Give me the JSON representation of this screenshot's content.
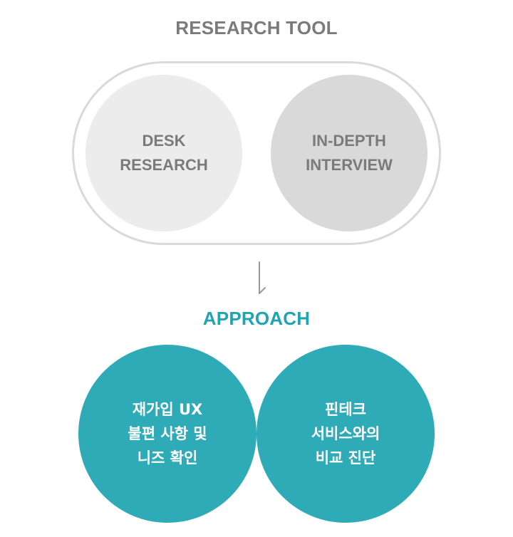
{
  "research_tool": {
    "title": "RESEARCH TOOL",
    "circles": [
      {
        "lines": [
          "DESK",
          "RESEARCH"
        ]
      },
      {
        "lines": [
          "IN-DEPTH",
          "INTERVIEW"
        ]
      }
    ]
  },
  "arrow": {
    "icon": "down-arrow-icon"
  },
  "approach": {
    "title": "APPROACH",
    "circles": [
      {
        "lines": [
          "재가입 UX",
          "불편 사항 및",
          "니즈 확인"
        ]
      },
      {
        "lines": [
          "핀테크",
          "서비스와의",
          "비교 진단"
        ]
      }
    ]
  },
  "colors": {
    "tool_title": "#7b7b7b",
    "approach_title": "#1fa5b2",
    "approach_circle": "#2eabb7",
    "tool_circle_left": "#ececec",
    "tool_circle_right": "#d9d9d9",
    "pill_border": "#d9d9d9"
  }
}
